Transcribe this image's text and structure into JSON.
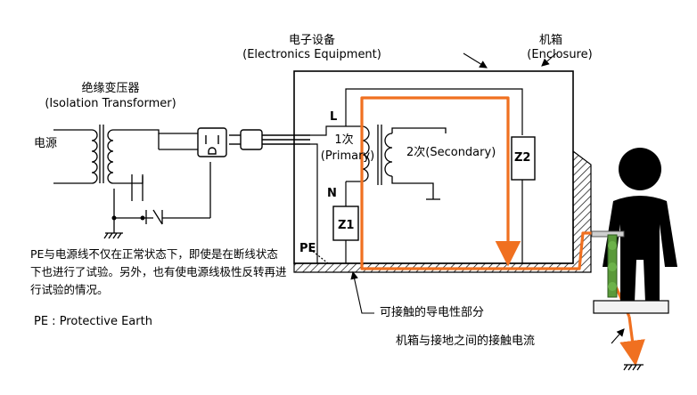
{
  "labels": {
    "equipment_cn": "电子设备",
    "equipment_en": "(Electronics Equipment)",
    "enclosure_cn": "机箱",
    "enclosure_en": "(Enclosure)",
    "transformer_cn": "绝缘变压器",
    "transformer_en": "(Isolation Transformer)",
    "power_source": "电源",
    "terminal_l": "L",
    "terminal_n": "N",
    "primary_cn": "1次",
    "primary_en": "(Primary)",
    "secondary": "2次(Secondary)",
    "z1": "Z1",
    "z2": "Z2",
    "pe_tag": "PE",
    "note": "PE与电源线不仅在正常状态下，即使是在断线状态下也进行了试验。另外，也有使电源线极性反转再进行试验的情况。",
    "pe_definition": "PE : Protective Earth",
    "conductive_part": "可接触的导电性部分",
    "leakage_current": "机箱与接地之间的接触电流"
  },
  "colors": {
    "current_path": "#f07020",
    "person": "#000000",
    "probe": "#5a9a3a",
    "hatch": "#000000"
  },
  "icons": [
    "isolation-transformer-icon",
    "outlet-icon",
    "plug-icon",
    "person-icon",
    "ground-icon",
    "switch-icon"
  ]
}
